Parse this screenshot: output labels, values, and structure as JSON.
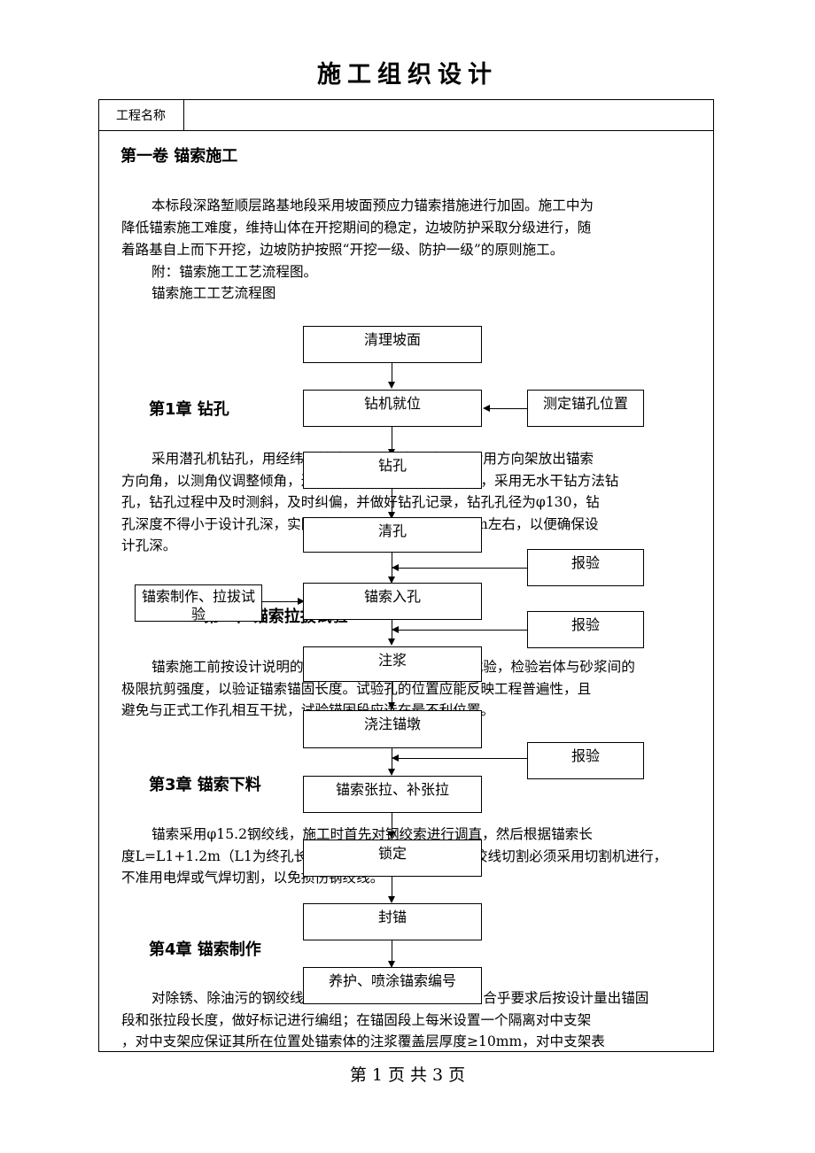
{
  "doc_title": "施工组织设计",
  "header": {
    "label": "工程名称",
    "value": ""
  },
  "vol_heading": "第一卷  锚索施工",
  "intro": {
    "p1": "本标段深路堑顺层路基地段采用坡面预应力锚索措施进行加固。施工中为",
    "p2": "降低锚索施工难度，维持山体在开挖期间的稳定，边坡防护采取分级进行，随",
    "p3": "着路基自上而下开挖，边坡防护按照“开挖一级、防护一级”的原则施工。",
    "p4": "附：锚索施工工艺流程图。",
    "p5": "锚索施工工艺流程图"
  },
  "ch1": {
    "heading": "第1章  钻孔",
    "l1": "采用潜孔机钻孔，用经纬仪按线路方向放出其线，然后用方向架放出锚索",
    "l2": "方向角，以测角仪调整倾角，达到设计要求后用钢钎确定位，采用无水干钻方法钻",
    "l3": "孔，钻孔过程中及时测斜，及时纠偏，并做好钻孔记录，钻孔孔径为φ130，钻",
    "l4": "孔深度不得小于设计孔深，实际成孔深度要较设计孔深0.5m左右，以便确保设",
    "l5": "计孔深。"
  },
  "ch2": {
    "heading": "第2章  锚索拉拔试验",
    "l1": "锚索施工前按设计说明的要求，在现场进行锚索拉拔试验，检验岩体与砂浆间的",
    "l2": "极限抗剪强度，以验证锚索锚固长度。试验孔的位置应能反映工程普遍性，且",
    "l3": "避免与正式工作孔相互干扰，试验锚固段应选在最不利位置。"
  },
  "ch3": {
    "heading": "第3章  锚索下料",
    "l1": "锚索采用φ15.2钢绞线，施工时首先对钢绞索进行调直，然后根据锚索长",
    "l2": "度L=L1+1.2m（L1为终孔长度，1.2m为张拉长度），钢绞线切割必须采用切割机进行，",
    "l3": "不准用电焊或气焊切割，以免损伤钢绞线。"
  },
  "ch4": {
    "heading": "第4章  锚索制作",
    "l1": "对除锈、除油污的钢绞线，经检查其质量和规格尺寸均合乎要求后按设计量出锚固",
    "l2": "段和张拉段长度，做好标记进行编组；在锚固段上每米设置一个隔离对中支架",
    "l3": "，对中支架应保证其所在位置处锚索体的注浆覆盖层厚度≥10mm，对中支架表"
  },
  "flow": {
    "s1": "清理坡面",
    "s2": "钻机就位",
    "s3": "钻孔",
    "s4": "清孔",
    "s5": "锚索入孔",
    "s6": "注浆",
    "s7": "浇注锚墩",
    "s8": "锚索张拉、补张拉",
    "s9": "锁定",
    "s10": "封锚",
    "s11": "养护、喷涂锚索编号",
    "side_measure": "测定锚孔位置",
    "side_check1": "报验",
    "side_check2": "报验",
    "side_check3": "报验",
    "side_anchor": "锚索制作、拉拔试验"
  },
  "footer": "第 1 页 共 3 页"
}
